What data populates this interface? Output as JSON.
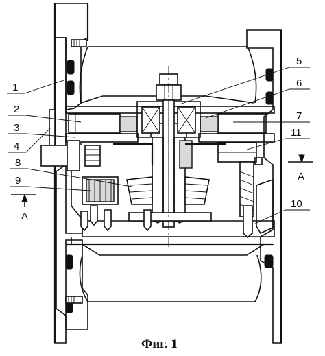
{
  "figure": {
    "caption": "Фиг. 1",
    "labels": [
      "1",
      "2",
      "3",
      "4",
      "5",
      "6",
      "7",
      "8",
      "9",
      "10",
      "11"
    ],
    "section_letter": "A"
  }
}
